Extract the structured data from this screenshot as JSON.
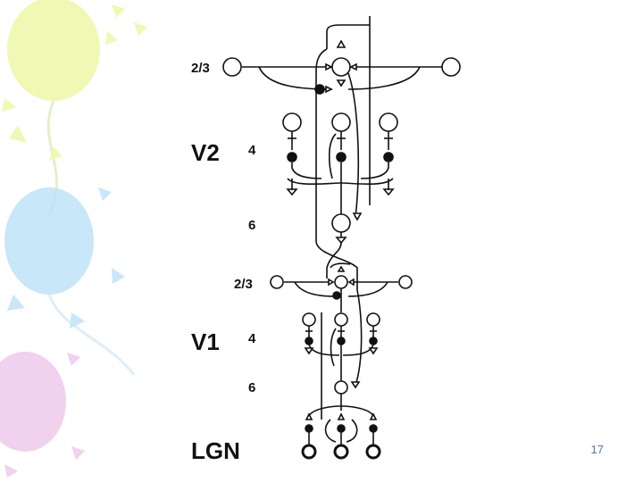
{
  "diagram": {
    "regions": {
      "v2": "V2",
      "v1": "V1",
      "lgn": "LGN"
    },
    "layers": {
      "v2_23": "2/3",
      "v2_4": "4",
      "v2_6": "6",
      "v1_23": "2/3",
      "v1_4": "4",
      "v1_6": "6"
    }
  },
  "slide": {
    "page_number": "17",
    "background_decoration": "balloons"
  },
  "colors": {
    "balloon_yellow": "#eef7a8",
    "balloon_blue": "#bfe3f7",
    "balloon_pink": "#eec9ec",
    "line": "#111111",
    "page_number": "#5a78a0"
  }
}
